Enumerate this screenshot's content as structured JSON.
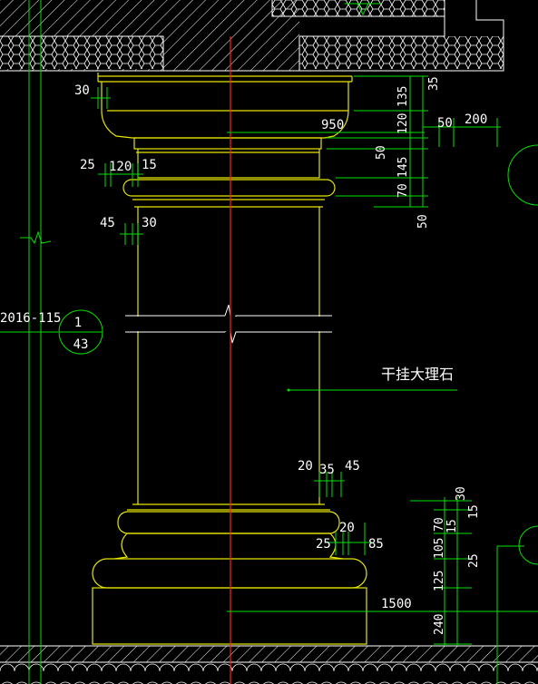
{
  "drawing": {
    "material_note": "干挂大理石",
    "reference": {
      "code": "2016-115",
      "detail_number": "1",
      "sheet_number": "43"
    },
    "dimensions": {
      "cap_left_30": "30",
      "cap_950": "950",
      "cap_135": "135",
      "cap_35": "35",
      "cap_120": "120",
      "cap_50_right": "50",
      "cap_200": "200",
      "cap_50_mid": "50",
      "cap_145": "145",
      "cap_70": "70",
      "cap_50_low": "50",
      "ring_25": "25",
      "ring_120": "120",
      "ring_15": "15",
      "ring_45": "45",
      "ring_30": "30",
      "base_20a": "20",
      "base_35": "35",
      "base_45": "45",
      "base_30": "30",
      "base_70": "70",
      "base_15a": "15",
      "base_15b": "15",
      "base_20b": "20",
      "base_25a": "25",
      "base_85": "85",
      "base_105": "105",
      "base_25b": "25",
      "base_125": "125",
      "base_1500": "1500",
      "base_240": "240"
    }
  },
  "colors": {
    "background": "#000000",
    "dimension": "#00e000",
    "outline": "#e6e600",
    "centerline": "#ff2020",
    "text": "#ffffff"
  }
}
